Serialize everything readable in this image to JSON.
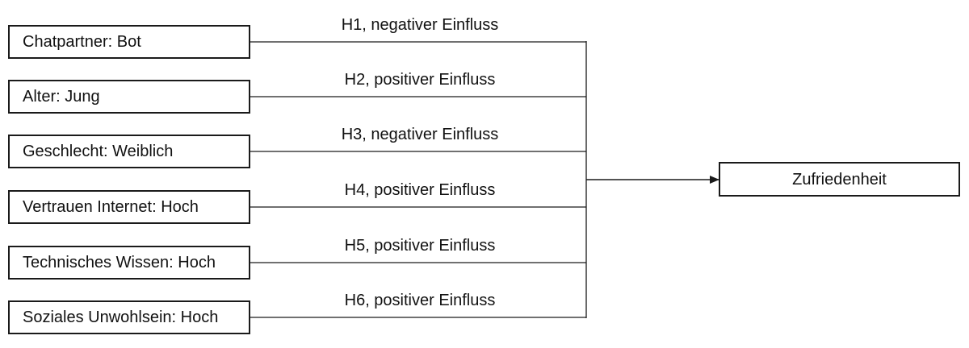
{
  "predictors": [
    {
      "label": "Chatpartner: Bot",
      "hypothesis": "H1, negativer Einfluss"
    },
    {
      "label": "Alter: Jung",
      "hypothesis": "H2, positiver Einfluss"
    },
    {
      "label": "Geschlecht: Weiblich",
      "hypothesis": "H3, negativer Einfluss"
    },
    {
      "label": "Vertrauen Internet: Hoch",
      "hypothesis": "H4, positiver Einfluss"
    },
    {
      "label": "Technisches Wissen: Hoch",
      "hypothesis": "H5, positiver Einfluss"
    },
    {
      "label": "Soziales Unwohlsein: Hoch",
      "hypothesis": "H6, positiver Einfluss"
    }
  ],
  "outcome": {
    "label": "Zufriedenheit"
  },
  "colors": {
    "line": "#1a1a1a",
    "text": "#111111",
    "background": "#ffffff"
  }
}
